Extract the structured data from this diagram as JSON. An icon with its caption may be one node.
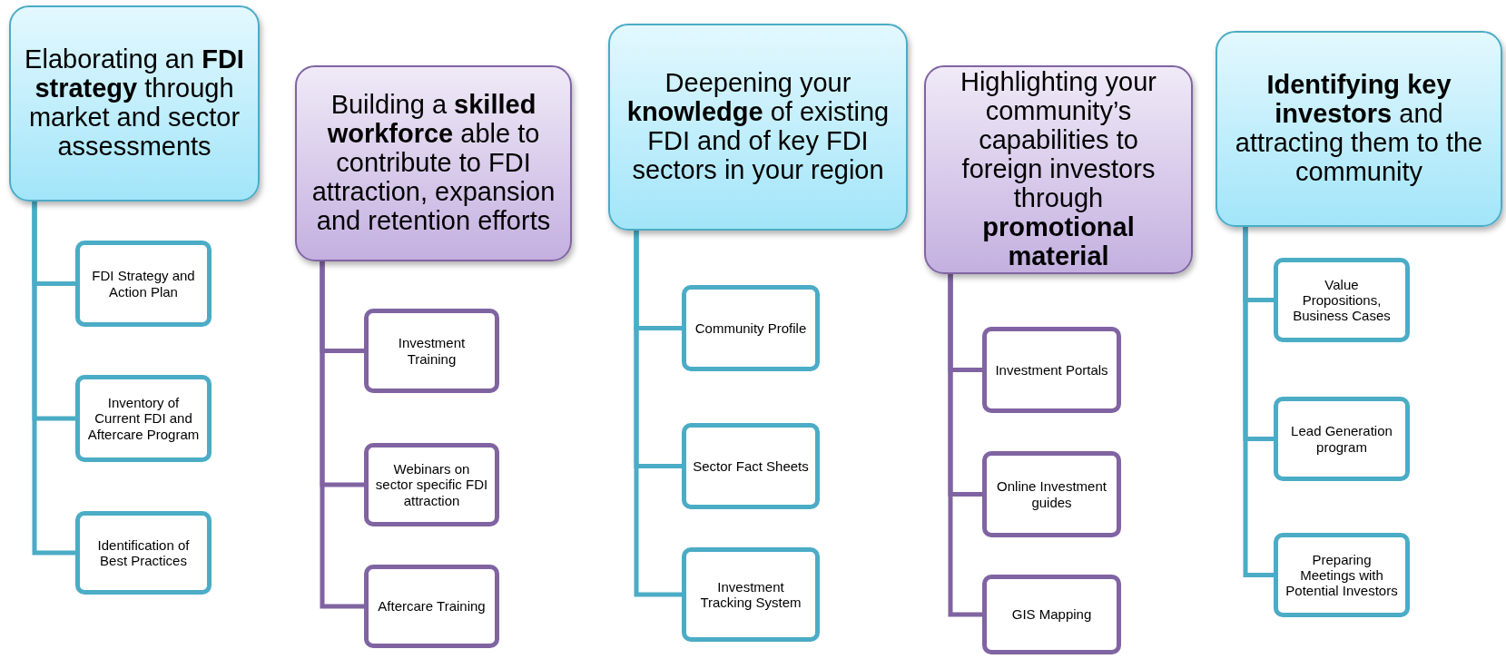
{
  "diagram": {
    "nodes": [
      {
        "text": [
          "Elaborating an **FDI strategy** through market and sector assessments"
        ]
      },
      {
        "text": [
          "FDI Strategy and Action Plan"
        ]
      },
      {
        "text": [
          "Inventory of Current FDI and Aftercare Program"
        ]
      },
      {
        "text": [
          "Identification of Best Practices"
        ]
      },
      {
        "text": [
          "Building a **skilled workforce** able to contribute to FDI attraction, expansion and retention efforts"
        ]
      },
      {
        "text": [
          "Investment Training"
        ]
      },
      {
        "text": [
          "Webinars on sector specific FDI attraction"
        ]
      },
      {
        "text": [
          "Aftercare Training"
        ]
      },
      {
        "text": [
          "Deepening your **knowledge** of existing FDI and of key FDI sectors in your region"
        ]
      },
      {
        "text": [
          "Community Profile"
        ]
      },
      {
        "text": [
          "Sector Fact Sheets"
        ]
      },
      {
        "text": [
          "Investment Tracking System"
        ]
      },
      {
        "text": [
          "Highlighting your community’s capabilities to foreign investors through **promotional material**"
        ]
      },
      {
        "text": [
          "Investment Portals"
        ]
      },
      {
        "text": [
          "Online Investment guides"
        ]
      },
      {
        "text": [
          "GIS Mapping"
        ]
      },
      {
        "text": [
          "**Identifying key investors** and attracting them to the community"
        ]
      },
      {
        "text": [
          "Value Propositions, Business Cases"
        ]
      },
      {
        "text": [
          "Lead Generation program"
        ]
      },
      {
        "text": [
          "Preparing Meetings with Potential Investors"
        ]
      }
    ],
    "edges": [
      {
        "from": 0,
        "to": 1,
        "arrow": "none"
      },
      {
        "from": 0,
        "to": 2,
        "arrow": "none"
      },
      {
        "from": 0,
        "to": 3,
        "arrow": "none"
      },
      {
        "from": 4,
        "to": 5,
        "arrow": "none",
        "color": "#8064a2"
      },
      {
        "from": 4,
        "to": 6,
        "arrow": "none",
        "color": "#8064a2"
      },
      {
        "from": 4,
        "to": 7,
        "arrow": "none",
        "color": "#8064a2"
      },
      {
        "from": 8,
        "to": 9,
        "arrow": "none"
      },
      {
        "from": 8,
        "to": 10,
        "arrow": "none"
      },
      {
        "from": 8,
        "to": 11,
        "arrow": "none"
      },
      {
        "from": 12,
        "to": 13,
        "arrow": "none",
        "color": "#8064a2"
      },
      {
        "from": 12,
        "to": 14,
        "arrow": "none",
        "color": "#8064a2"
      },
      {
        "from": 12,
        "to": 15,
        "arrow": "none",
        "color": "#8064a2"
      },
      {
        "from": 16,
        "to": 17,
        "arrow": "none"
      },
      {
        "from": 16,
        "to": 18,
        "arrow": "none"
      },
      {
        "from": 16,
        "to": 19,
        "arrow": "none"
      }
    ]
  }
}
